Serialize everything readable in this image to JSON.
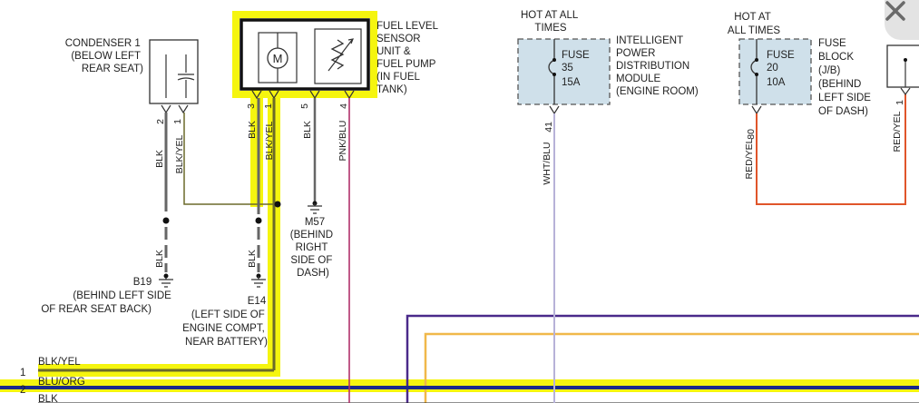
{
  "components": {
    "condenser": {
      "lines": [
        "CONDENSER 1",
        "(BELOW LEFT",
        "REAR SEAT)"
      ]
    },
    "fuel_sensor": {
      "lines": [
        "FUEL LEVEL",
        "SENSOR",
        "UNIT &",
        "FUEL PUMP",
        "(IN FUEL",
        "TANK)"
      ],
      "motor_symbol": "M"
    },
    "ipdm": {
      "hot_label": [
        "HOT AT ALL",
        "TIMES"
      ],
      "fuse_label": "FUSE",
      "fuse_number": "35",
      "fuse_amps": "15A",
      "lines": [
        "INTELLIGENT",
        "POWER",
        "DISTRIBUTION",
        "MODULE",
        "(ENGINE ROOM)"
      ]
    },
    "fuse_block": {
      "hot_label": [
        "HOT AT",
        "ALL TIMES"
      ],
      "fuse_label": "FUSE",
      "fuse_number": "20",
      "fuse_amps": "10A",
      "lines": [
        "FUSE",
        "BLOCK",
        "(J/B)",
        "(BEHIND",
        "LEFT SIDE",
        "OF DASH)"
      ]
    }
  },
  "pins": {
    "condenser_2": "2",
    "condenser_1": "1",
    "sensor_3": "3",
    "sensor_1": "1",
    "sensor_5": "5",
    "sensor_4": "4",
    "ipdm_41": "41",
    "fuse_block_80": "80",
    "right_1": "1"
  },
  "wires": {
    "cond_blk": "BLK",
    "cond_blkyel": "BLK/YEL",
    "sens_blk": "BLK",
    "sens_blkyel": "BLK/YEL",
    "sens_5_blk": "BLK",
    "sens_4_pnkblu": "PNK/BLU",
    "ipdm_whtblu": "WHT/BLU",
    "fuse_redyel": "RED/YEL",
    "right_redyel": "RED/YEL",
    "b19_blk": "BLK",
    "e14_blk": "BLK"
  },
  "grounds": {
    "b19": {
      "id": "B19",
      "lines": [
        "(BEHIND LEFT SIDE",
        "OF REAR SEAT BACK)"
      ]
    },
    "e14": {
      "id": "E14",
      "lines": [
        "(LEFT SIDE OF",
        "ENGINE COMPT,",
        "NEAR BATTERY)"
      ]
    },
    "m57": {
      "id": "M57",
      "lines": [
        "(BEHIND",
        "RIGHT",
        "SIDE OF",
        "DASH)"
      ]
    }
  },
  "bus": [
    {
      "number": "1",
      "label": "BLK/YEL"
    },
    {
      "number": "2",
      "label": "BLU/ORG"
    },
    {
      "number": "",
      "label": "BLK"
    }
  ],
  "colors": {
    "highlight": "#f5f50f",
    "wire_black": "#555555",
    "wire_blkyel": "#6b6a2a",
    "wire_pink": "#b0306a",
    "wire_whtblu": "#b7b2d8",
    "wire_redyel": "#e0552a",
    "wire_purple": "#4a2a8a",
    "wire_orange": "#f0b84a",
    "wire_blue": "#1a2a8a"
  },
  "icons": {
    "close": "close-icon",
    "motor": "motor-icon"
  }
}
